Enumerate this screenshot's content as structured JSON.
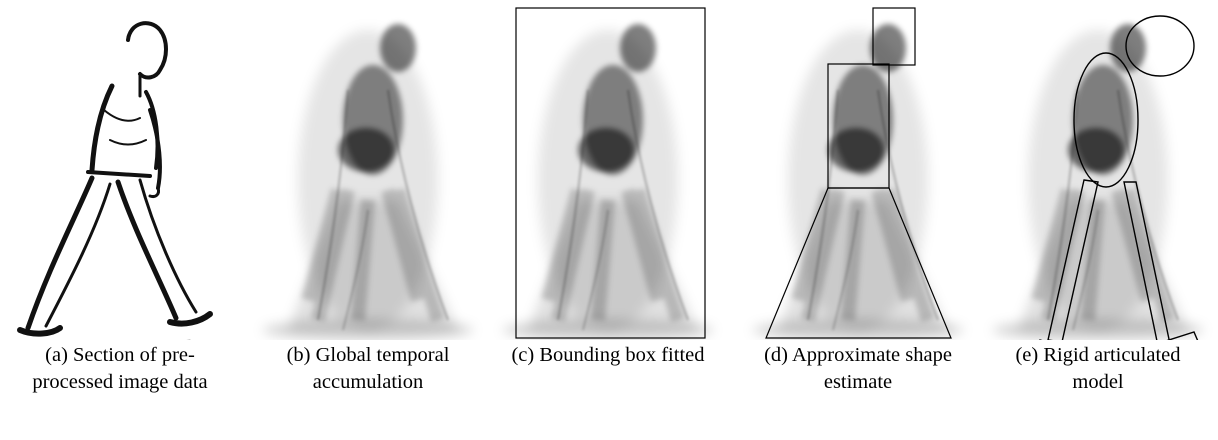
{
  "figure": {
    "panels": [
      {
        "id": "a",
        "caption_lines": [
          "(a) Section of pre-",
          "processed image data"
        ]
      },
      {
        "id": "b",
        "caption_lines": [
          "(b) Global temporal",
          "accumulation"
        ]
      },
      {
        "id": "c",
        "caption_lines": [
          "(c) Bounding box fitted"
        ]
      },
      {
        "id": "d",
        "caption_lines": [
          "(d) Approximate shape",
          "estimate"
        ]
      },
      {
        "id": "e",
        "caption_lines": [
          "(e) Rigid articulated",
          "model"
        ]
      }
    ]
  }
}
